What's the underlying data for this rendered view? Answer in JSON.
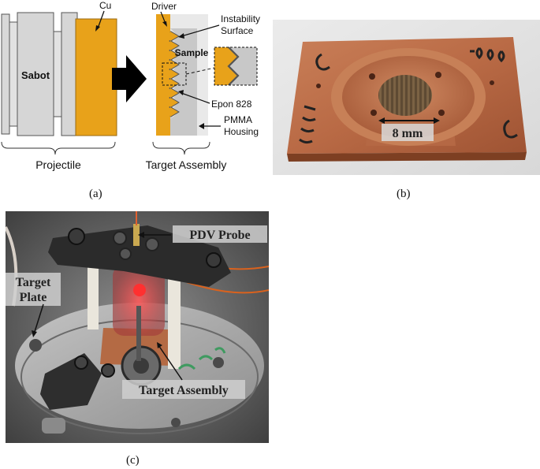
{
  "panel_a": {
    "label_cu": "Cu",
    "label_sabot": "Sabot",
    "label_projectile": "Projectile",
    "label_driver": "Driver",
    "label_instability": "Instability",
    "label_surface": "Surface",
    "label_sample": "Sample",
    "label_epon": "Epon 828",
    "label_pmma": "PMMA",
    "label_housing": "Housing",
    "label_target_assembly": "Target Assembly",
    "caption": "(a)"
  },
  "panel_b": {
    "scale_label": "8 mm",
    "caption": "(b)"
  },
  "panel_c": {
    "label_pdv": "PDV Probe",
    "label_target": "Target",
    "label_plate": "Plate",
    "label_target_assembly": "Target Assembly",
    "caption": "(c)"
  },
  "colors": {
    "copper_foil": "#e8a21a",
    "sabot_gray": "#d6d6d6",
    "copper_plate": "#b86a45"
  }
}
